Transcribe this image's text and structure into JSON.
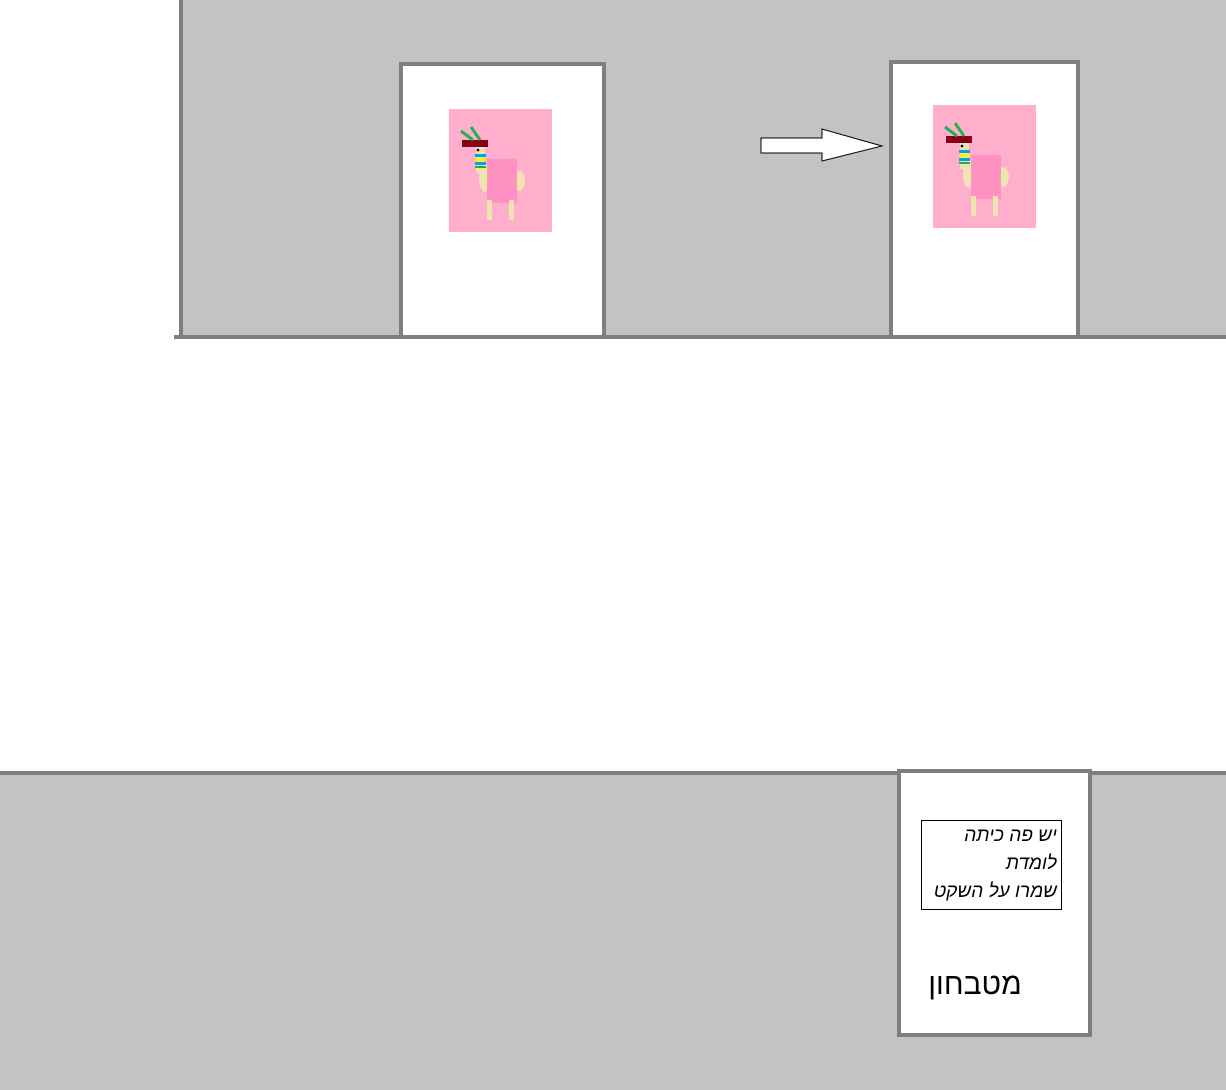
{
  "scene": {
    "colors": {
      "wall": "#c3c3c3",
      "wall_edge": "#7f7f7f",
      "door": "#ffffff",
      "poster_bg": "#ffaecb",
      "arrow_fill": "#ffffff"
    },
    "top_corridor": {
      "doors": [
        {
          "name": "classroom-door-left",
          "has_poster": true
        },
        {
          "name": "classroom-door-right",
          "has_poster": true
        }
      ],
      "arrow_icon": "right-arrow-icon",
      "poster_icon": "pink-llama-icon"
    },
    "bottom_corridor": {
      "kitchen_door": {
        "notice_lines": [
          "יש פה כיתה",
          "לומדת",
          "שמרו על השקט"
        ],
        "label": "מטבחון"
      }
    }
  }
}
